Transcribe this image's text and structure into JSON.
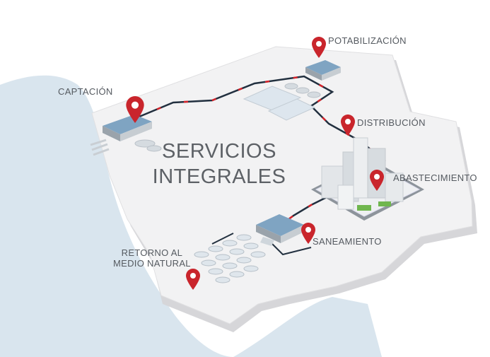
{
  "title": {
    "line1": "SERVICIOS",
    "line2": "INTEGRALES"
  },
  "stages": {
    "captacion": "CAPTACIÓN",
    "potabilizacion": "POTABILIZACIÓN",
    "distribucion": "DISTRIBUCIÓN",
    "abastecimiento": "ABASTECIMIENTO",
    "saneamiento": "SANEAMIENTO",
    "retorno_line1": "RETORNO AL",
    "retorno_line2": "MEDIO NATURAL"
  },
  "colors": {
    "water": "#d9e5ee",
    "land": "#f1f1f2",
    "land_edge": "#dcdcde",
    "pipe": "#22303f",
    "pipe_accent": "#d8232a",
    "pin": "#c9252c",
    "building_roof": "#7fa4c2",
    "text": "#555a60"
  },
  "icons": [
    "map-pin-icon"
  ]
}
